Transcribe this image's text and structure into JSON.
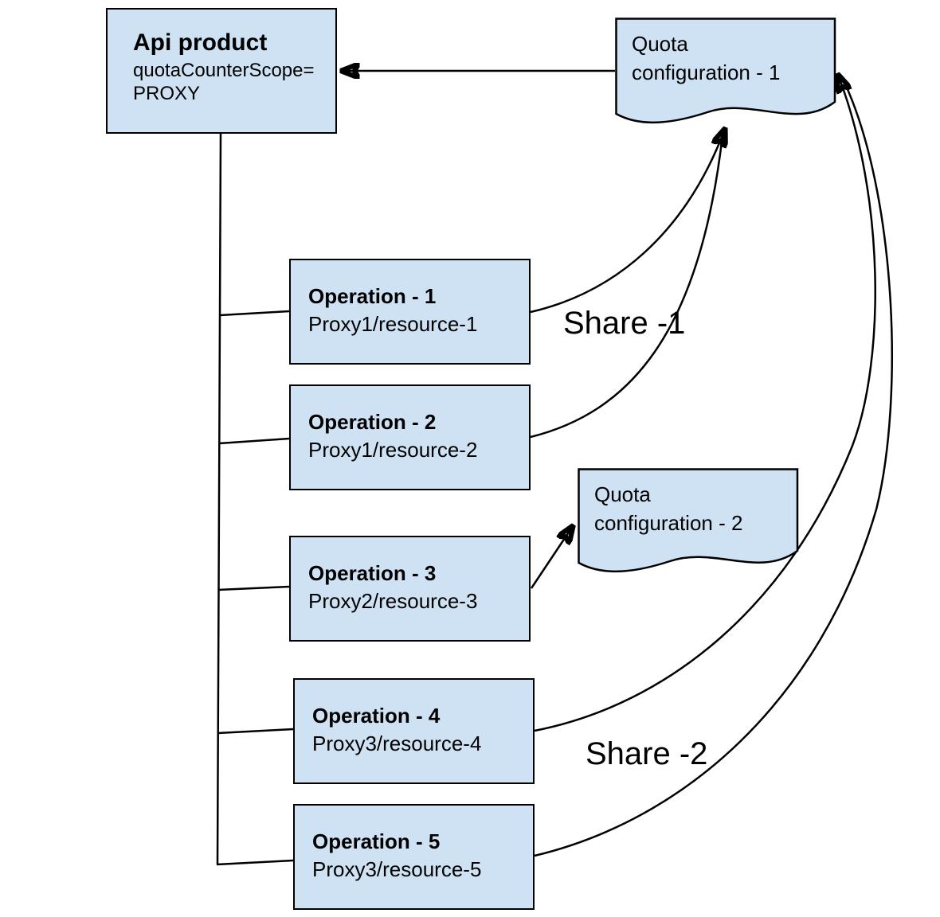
{
  "diagram": {
    "api_product": {
      "title": "Api product",
      "attr_line1": "quotaCounterScope=",
      "attr_line2": "PROXY"
    },
    "quota_config_1": {
      "line1": "Quota",
      "line2": "configuration - 1"
    },
    "quota_config_2": {
      "line1": "Quota",
      "line2": "configuration - 2"
    },
    "operations": [
      {
        "title": "Operation - 1",
        "subtitle": "Proxy1/resource-1"
      },
      {
        "title": "Operation - 2",
        "subtitle": "Proxy1/resource-2"
      },
      {
        "title": "Operation - 3",
        "subtitle": "Proxy2/resource-3"
      },
      {
        "title": "Operation - 4",
        "subtitle": "Proxy3/resource-4"
      },
      {
        "title": "Operation - 5",
        "subtitle": "Proxy3/resource-5"
      }
    ],
    "labels": {
      "share1": "Share -1",
      "share2": "Share -2"
    },
    "colors": {
      "shape_fill": "#cfe2f3",
      "shape_border": "#000000",
      "connector": "#000000",
      "text": "#000000",
      "background": "#ffffff"
    }
  }
}
